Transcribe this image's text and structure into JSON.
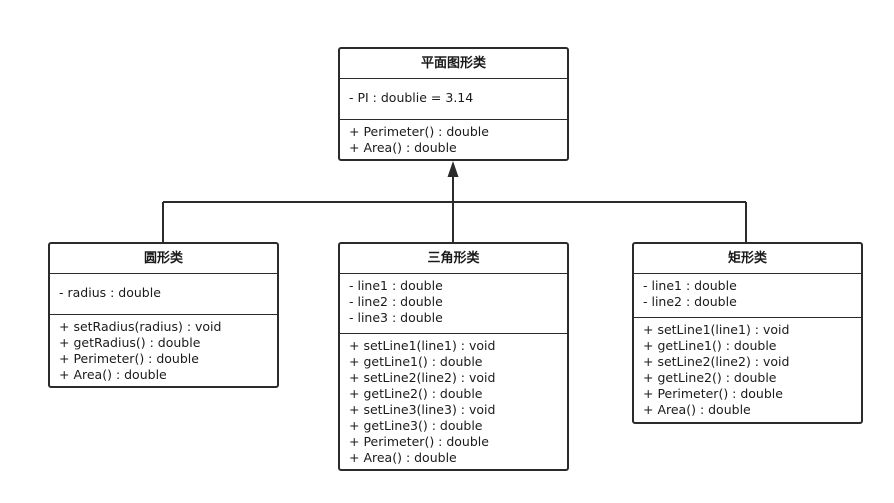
{
  "classes": {
    "shape": {
      "name": "平面图形类",
      "attributes": [
        "- PI : doublie = 3.14"
      ],
      "methods": [
        "+ Perimeter() : double",
        "+ Area() : double"
      ]
    },
    "circle": {
      "name": "圆形类",
      "attributes": [
        "- radius : double"
      ],
      "methods": [
        "+ setRadius(radius) : void",
        "+ getRadius() : double",
        "+ Perimeter() : double",
        "+ Area() : double"
      ]
    },
    "triangle": {
      "name": "三角形类",
      "attributes": [
        "- line1 : double",
        "- line2 : double",
        "- line3 : double"
      ],
      "methods": [
        "+ setLine1(line1) : void",
        "+ getLine1() : double",
        "+ setLine2(line2) : void",
        "+ getLine2() : double",
        "+ setLine3(line3) : void",
        "+ getLine3() : double",
        "+ Perimeter() : double",
        "+ Area() : double"
      ]
    },
    "rectangle": {
      "name": "矩形类",
      "attributes": [
        "- line1 : double",
        "- line2 : double"
      ],
      "methods": [
        "+ setLine1(line1) : void",
        "+ getLine1() : double",
        "+ setLine2(line2) : void",
        "+ getLine2() : double",
        "+ Perimeter() : double",
        "+ Area() : double"
      ]
    }
  },
  "colors": {
    "line": "#2b2b2b",
    "text": "#1a1a1a",
    "background": "#ffffff"
  }
}
